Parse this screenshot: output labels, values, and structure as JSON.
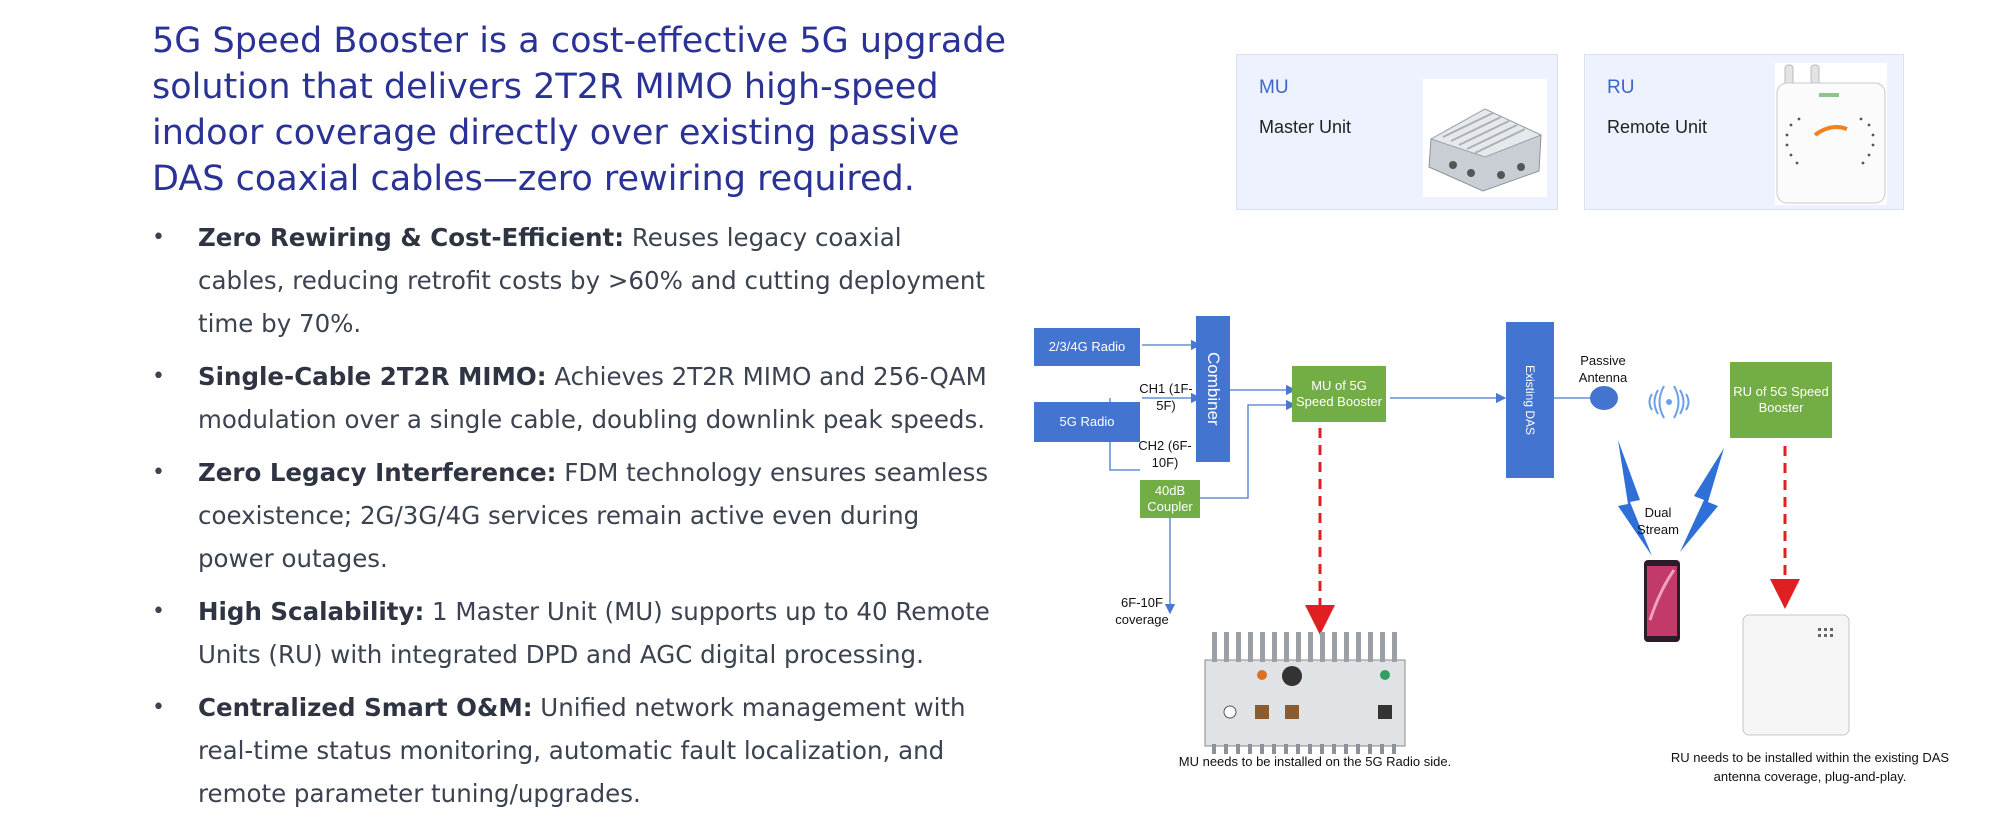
{
  "headline": "5G Speed Booster is a cost-effective 5G upgrade solution that delivers 2T2R MIMO high-speed indoor coverage directly over existing passive DAS coaxial cables—zero rewiring required.",
  "features": [
    {
      "title": "Zero Rewiring & Cost-Efficient:",
      "text": " Reuses legacy coaxial cables, reducing retrofit costs by >60% and cutting deployment time by 70%."
    },
    {
      "title": "Single-Cable 2T2R MIMO:",
      "text": " Achieves 2T2R MIMO and 256-QAM modulation over a single cable, doubling downlink peak speeds."
    },
    {
      "title": "Zero Legacy Interference:",
      "text": " FDM technology ensures seamless coexistence; 2G/3G/4G services remain active even during power outages."
    },
    {
      "title": "High Scalability:",
      "text": " 1 Master Unit (MU) supports up to 40 Remote Units (RU) with integrated DPD and AGC digital processing."
    },
    {
      "title": "Centralized Smart O&M:",
      "text": " Unified network management with real-time status monitoring, automatic fault localization, and remote parameter tuning/upgrades."
    }
  ],
  "cards": {
    "mu": {
      "abbr": "MU",
      "full": "Master Unit"
    },
    "ru": {
      "abbr": "RU",
      "full": "Remote Unit"
    }
  },
  "diagram": {
    "radio_234g": "2/3/4G Radio",
    "radio_5g": "5G Radio",
    "combiner": "Combiner",
    "ch1": "CH1 (1F-5F)",
    "ch2": "CH2 (6F-10F)",
    "coupler": "40dB Coupler",
    "coverage": "6F-10F coverage",
    "mu_booster": "MU of 5G Speed Booster",
    "existing_das": "Existing DAS",
    "passive_antenna": "Passive Antenna",
    "dual_stream": "Dual Stream",
    "ru_booster": "RU of 5G Speed Booster",
    "mu_caption": "MU needs to be installed on the 5G Radio side.",
    "ru_caption": "RU needs to be installed within the existing DAS antenna coverage, plug-and-play."
  },
  "colors": {
    "headline": "#2a3296",
    "box_blue": "#4374d0",
    "box_green": "#73ad45",
    "arrow_red": "#e02020",
    "bolt_blue": "#2f6fd8",
    "card_bg": "#eef2fe"
  }
}
